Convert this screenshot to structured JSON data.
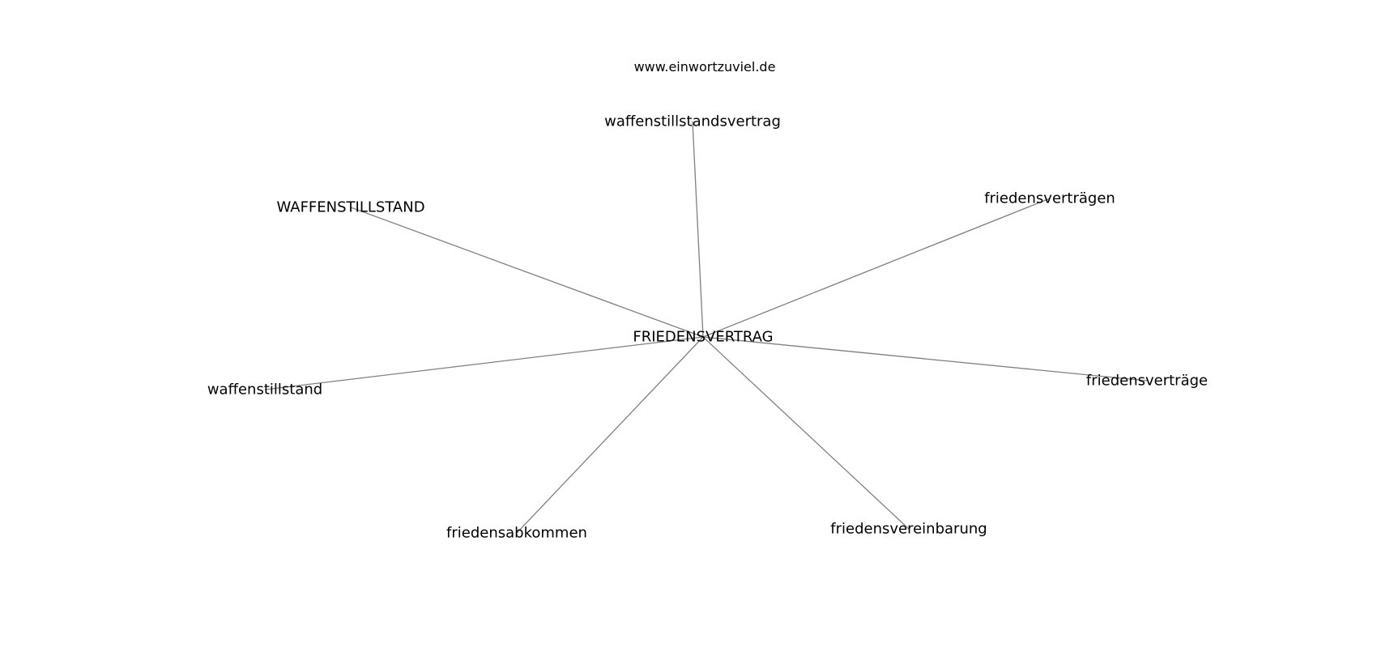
{
  "watermark": "www.einwortzuviel.de",
  "graph": {
    "center": "FRIEDENSVERTRAG",
    "neighbors": [
      "waffenstillstandsvertrag",
      "WAFFENSTILLSTAND",
      "friedensverträgen",
      "waffenstillstand",
      "friedensverträge",
      "friedensabkommen",
      "friedensvereinbarung"
    ]
  },
  "colors": {
    "edge": "#808080",
    "text": "#000000",
    "background": "#ffffff"
  }
}
